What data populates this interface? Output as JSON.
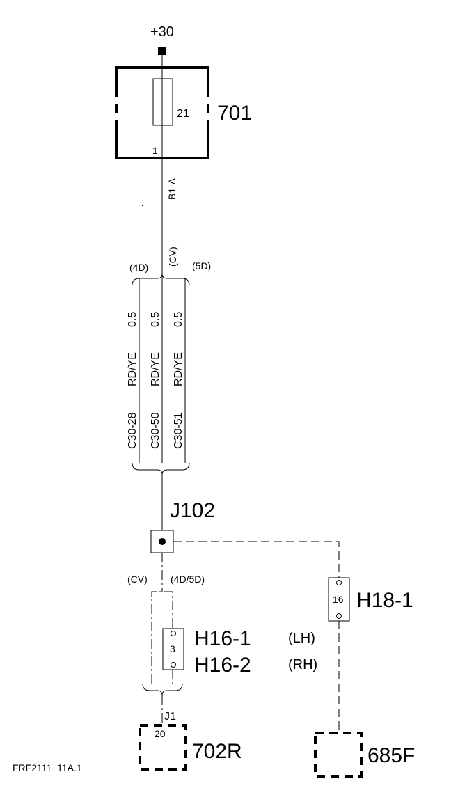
{
  "supply": {
    "label": "+30"
  },
  "fuse_box": {
    "id": "701",
    "fuse_number": "21",
    "pin": "1",
    "connector": "B1-A"
  },
  "variants": {
    "left": "(4D)",
    "center": "(CV)",
    "right": "(5D)"
  },
  "wires": [
    {
      "code": "C30-28",
      "color": "RD/YE",
      "size": "0.5"
    },
    {
      "code": "C30-50",
      "color": "RD/YE",
      "size": "0.5"
    },
    {
      "code": "C30-51",
      "color": "RD/YE",
      "size": "0.5"
    }
  ],
  "junction": {
    "id": "J102"
  },
  "branch_labels": {
    "cv": "(CV)",
    "d45": "(4D/5D)"
  },
  "connector_h16": {
    "pin": "3",
    "id1": "H16-1",
    "id2": "H16-2",
    "side1": "(LH)",
    "side2": "(RH)"
  },
  "connector_h18": {
    "pin": "16",
    "id": "H18-1"
  },
  "module_702r": {
    "id": "702R",
    "connector": "J1",
    "pin": "20"
  },
  "module_685f": {
    "id": "685F"
  },
  "figure_ref": "FRF2111_11A.1"
}
